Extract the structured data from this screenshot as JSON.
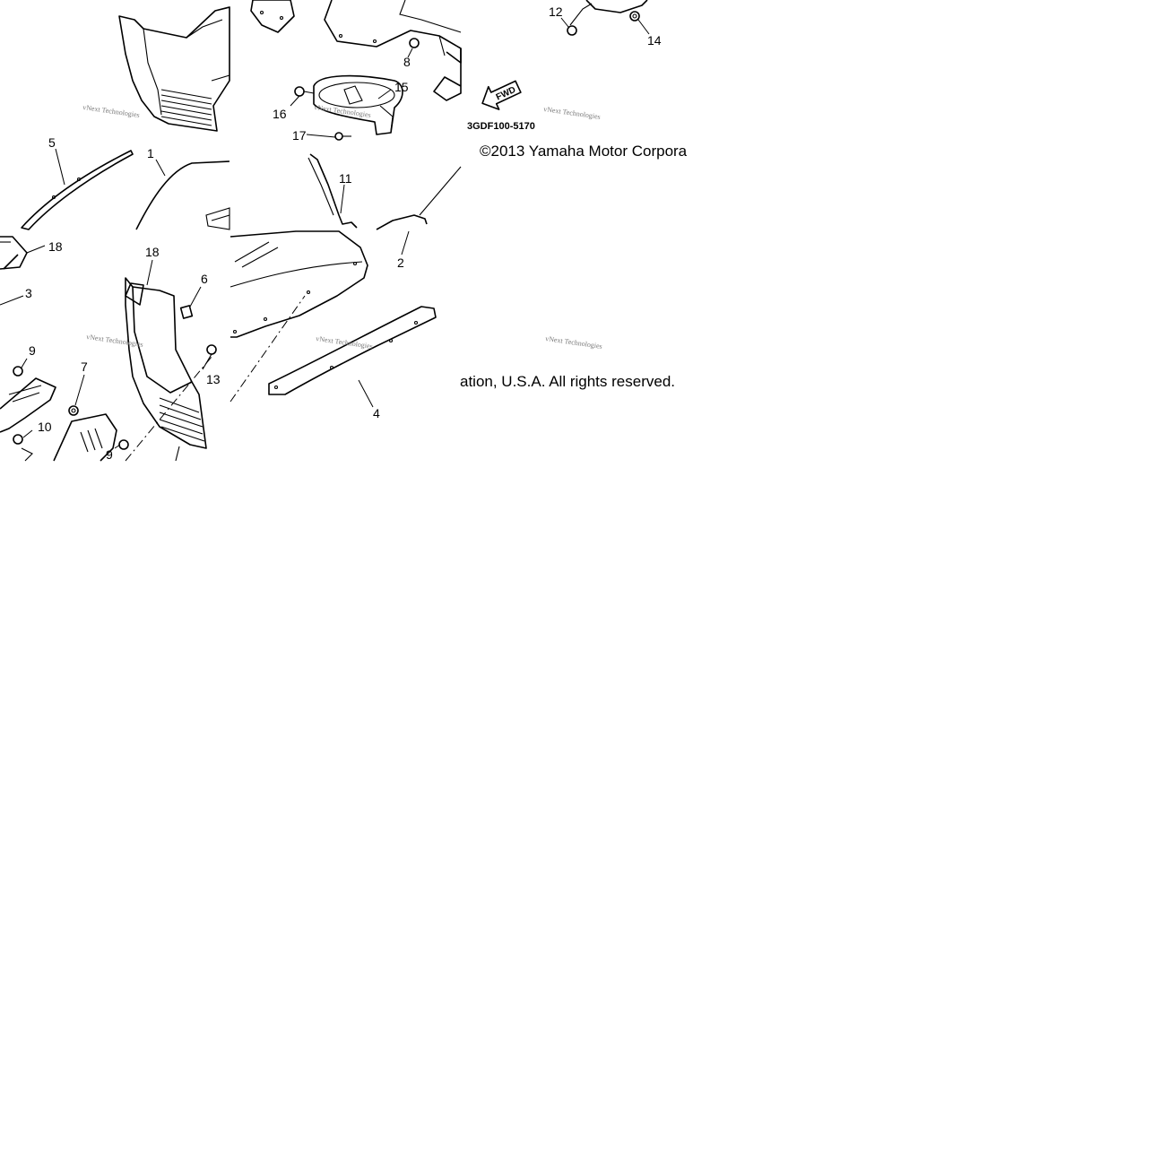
{
  "callouts": {
    "c1": "1",
    "c2": "2",
    "c3": "3",
    "c4": "4",
    "c5": "5",
    "c6": "6",
    "c7": "7",
    "c8": "8",
    "c9a": "9",
    "c9b": "9",
    "c10": "10",
    "c11": "11",
    "c12": "12",
    "c13": "13",
    "c14": "14",
    "c15": "15",
    "c16": "16",
    "c17": "17",
    "c18a": "18",
    "c18b": "18"
  },
  "diagram_code": "3GDF100-5170",
  "fwd_label": "FWD",
  "watermark_text": "vNext Technologies",
  "copyright_top": "©2013 Yamaha Motor Corpora",
  "copyright_bottom": "ation, U.S.A. All rights reserved."
}
